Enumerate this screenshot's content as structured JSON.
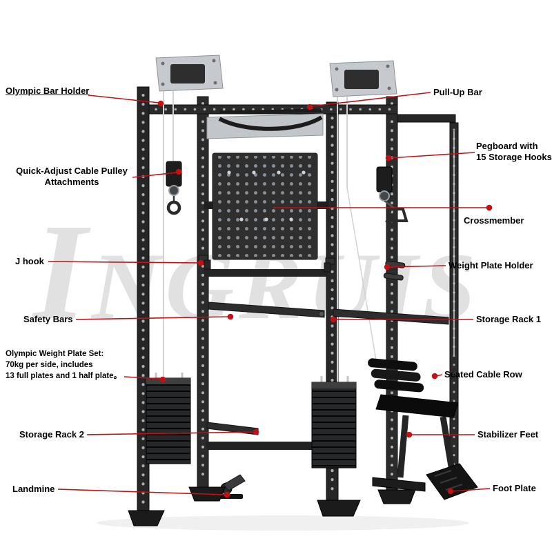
{
  "watermark": {
    "text": "INGRUIS"
  },
  "colors": {
    "callout": "#c21013",
    "frame": "#262626",
    "silver": "#c6c9cd",
    "background": "#ffffff"
  },
  "callouts": {
    "left": [
      {
        "id": "olympic-bar-holder",
        "lines": [
          "Olympic Bar Holder"
        ]
      },
      {
        "id": "quick-adjust-pulley",
        "lines": [
          "Quick-Adjust Cable Pulley",
          "Attachments"
        ]
      },
      {
        "id": "j-hook",
        "lines": [
          "J hook"
        ]
      },
      {
        "id": "safety-bars",
        "lines": [
          "Safety Bars"
        ]
      },
      {
        "id": "plate-set",
        "lines": [
          "Olympic Weight Plate Set:",
          "70kg per side, includes",
          "13 full plates and 1 half plate。"
        ]
      },
      {
        "id": "storage-rack-2",
        "lines": [
          "Storage Rack 2"
        ]
      },
      {
        "id": "landmine",
        "lines": [
          "Landmine"
        ]
      }
    ],
    "right": [
      {
        "id": "pull-up-bar",
        "lines": [
          "Pull-Up Bar"
        ]
      },
      {
        "id": "pegboard",
        "lines": [
          "Pegboard with",
          "15 Storage Hooks"
        ]
      },
      {
        "id": "crossmember",
        "lines": [
          "Crossmember"
        ]
      },
      {
        "id": "weight-plate-holder",
        "lines": [
          "Weight Plate Holder"
        ]
      },
      {
        "id": "storage-rack-1",
        "lines": [
          "Storage Rack 1"
        ]
      },
      {
        "id": "seated-cable-row",
        "lines": [
          "Seated Cable Row"
        ]
      },
      {
        "id": "stabilizer-feet",
        "lines": [
          "Stabilizer Feet"
        ]
      },
      {
        "id": "foot-plate",
        "lines": [
          "Foot Plate"
        ]
      }
    ]
  }
}
